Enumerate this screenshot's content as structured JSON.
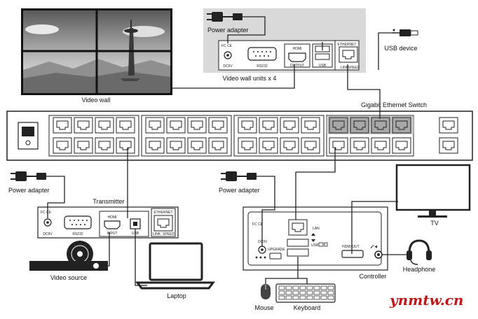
{
  "labels": {
    "video_wall": "Video wall",
    "power_adapter_top": "Power adapter",
    "video_wall_units": "Video wall units x 4",
    "usb_device": "USB device",
    "switch": "Gigabit Ethernet Switch",
    "power_adapter_left": "Power adapter",
    "transmitter": "Transmitter",
    "power_adapter_mid": "Power adapter",
    "video_source": "Video source",
    "laptop": "Laptop",
    "tv": "TV",
    "headphone": "Headphone",
    "controller": "Controller",
    "mouse": "Mouse",
    "keyboard": "Keyboard",
    "watermark": "ynmtw.cn"
  },
  "port_labels": {
    "dc5v": "DC5V",
    "dc9v": "DC9V",
    "rs232": "RS232",
    "hdmi": "HDMI",
    "output": "OUTPUT",
    "input": "INPUT",
    "usb": "USB",
    "ethernet": "ETHERNET",
    "link": "LINK",
    "speed": "SPEED",
    "lan": "LAN",
    "upgrade": "UPGRADE",
    "hdmi_out": "HDMI OUT",
    "fcc": "FC CE"
  },
  "colors": {
    "line": "#222222",
    "unit_panel": "#d9d9d9",
    "highlighted_ports": "#a8a8a8",
    "watermark": "#c01818"
  }
}
